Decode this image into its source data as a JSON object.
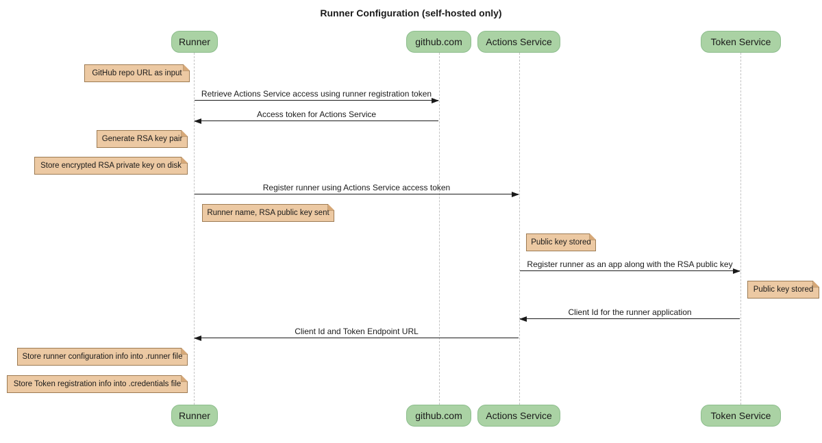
{
  "diagram_type": "sequence",
  "title": "Runner Configuration (self-hosted only)",
  "participants": [
    {
      "id": "runner",
      "label": "Runner"
    },
    {
      "id": "github",
      "label": "github.com"
    },
    {
      "id": "actions-service",
      "label": "Actions Service"
    },
    {
      "id": "token-service",
      "label": "Token Service"
    }
  ],
  "messages": [
    {
      "from": "Runner",
      "to": "github.com",
      "text": "Retrieve Actions Service access using runner registration token"
    },
    {
      "from": "github.com",
      "to": "Runner",
      "text": "Access token for Actions Service"
    },
    {
      "from": "Runner",
      "to": "Actions Service",
      "text": "Register runner using Actions Service access token"
    },
    {
      "from": "Actions Service",
      "to": "Token Service",
      "text": "Register runner as an app along with the RSA public key"
    },
    {
      "from": "Token Service",
      "to": "Actions Service",
      "text": "Client Id for the runner application"
    },
    {
      "from": "Actions Service",
      "to": "Runner",
      "text": "Client Id and Token Endpoint URL"
    }
  ],
  "notes": [
    {
      "position": "left of Runner",
      "text": "GitHub repo URL as input"
    },
    {
      "position": "left of Runner",
      "text": "Generate RSA key pair"
    },
    {
      "position": "left of Runner",
      "text": "Store encrypted RSA private key on disk"
    },
    {
      "position": "right of Runner",
      "text": "Runner name, RSA public key sent"
    },
    {
      "position": "right of Actions Service",
      "text": "Public key stored"
    },
    {
      "position": "right of Token Service",
      "text": "Public key stored"
    },
    {
      "position": "left of Runner",
      "text": "Store runner configuration info into .runner file"
    },
    {
      "position": "left of Runner",
      "text": "Store Token registration info into .credentials file"
    }
  ],
  "colors": {
    "background": "#ffffff",
    "text": "#1a1a1a",
    "participant_fill": "#aad2a4",
    "participant_border": "#8cbd8c",
    "note_fill": "#ecc9a3",
    "note_border": "#9c7a52",
    "lifeline": "#c2c2c2",
    "arrow": "#1a1a1a"
  }
}
